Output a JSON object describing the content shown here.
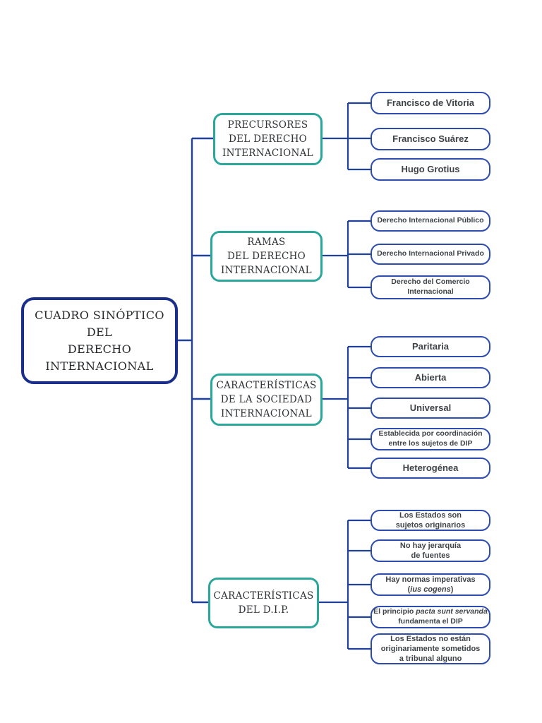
{
  "page": {
    "background_color": "#ffffff"
  },
  "colors": {
    "root_border": "#1a2e8c",
    "branch_border": "#2aa79b",
    "leaf_border": "#2c4cb0",
    "connector_line": "#20409a",
    "root_text": "#27292b",
    "branch_text": "#2f3236",
    "leaf_text": "#3e4347"
  },
  "root": {
    "label_lines": [
      "CUADRO SINÓPTICO",
      "DEL",
      "DERECHO",
      "INTERNACIONAL"
    ]
  },
  "groups": [
    {
      "label_lines": [
        "PRECURSORES",
        "DEL DERECHO",
        "INTERNACIONAL"
      ],
      "leaves": [
        {
          "lines": [
            "Francisco de Vitoria"
          ]
        },
        {
          "lines": [
            "Francisco Suárez"
          ]
        },
        {
          "lines": [
            "Hugo Grotius"
          ]
        }
      ]
    },
    {
      "label_lines": [
        "RAMAS",
        "DEL DERECHO",
        "INTERNACIONAL"
      ],
      "leaves": [
        {
          "lines": [
            "Derecho Internacional Público"
          ]
        },
        {
          "lines": [
            "Derecho Internacional Privado"
          ]
        },
        {
          "lines": [
            "Derecho del Comercio",
            "Internacional"
          ]
        }
      ]
    },
    {
      "label_lines": [
        "CARACTERÍSTICAS",
        "DE LA SOCIEDAD",
        "INTERNACIONAL"
      ],
      "leaves": [
        {
          "lines": [
            "Paritaria"
          ]
        },
        {
          "lines": [
            "Abierta"
          ]
        },
        {
          "lines": [
            "Universal"
          ]
        },
        {
          "lines": [
            "Establecida por coordinación",
            "entre los sujetos de DIP"
          ]
        },
        {
          "lines": [
            "Heterogénea"
          ]
        }
      ]
    },
    {
      "label_lines": [
        "CARACTERÍSTICAS",
        "DEL D.I.P."
      ],
      "leaves": [
        {
          "lines": [
            "Los Estados son",
            "sujetos originarios"
          ]
        },
        {
          "lines": [
            "No hay jerarquía",
            "de fuentes"
          ]
        },
        {
          "line1": "Hay normas imperativas",
          "line2_prefix": "(",
          "line2_italic": "ius cogens",
          "line2_suffix": ")"
        },
        {
          "line1_prefix": "El principio ",
          "line1_italic": "pacta sunt servanda",
          "line2": "fundamenta el DIP"
        },
        {
          "lines": [
            "Los Estados no están",
            "originariamente sometidos",
            "a tribunal alguno"
          ]
        }
      ]
    }
  ]
}
